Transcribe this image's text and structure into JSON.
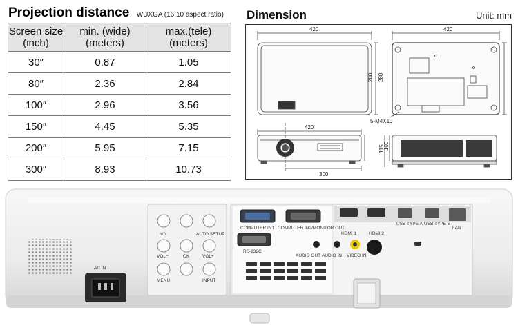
{
  "projection": {
    "title": "Projection distance",
    "subtitle": "WUXGA (16:10 aspect ratio)",
    "headers": [
      "Screen size (inch)",
      "min. (wide) (meters)",
      "max.(tele) (meters)"
    ],
    "header_lines": [
      [
        "Screen size",
        "(inch)"
      ],
      [
        "min. (wide)",
        "(meters)"
      ],
      [
        "max.(tele)",
        "(meters)"
      ]
    ],
    "rows": [
      [
        "30″",
        "0.87",
        "1.05"
      ],
      [
        "80″",
        "2.36",
        "2.84"
      ],
      [
        "100″",
        "2.96",
        "3.56"
      ],
      [
        "150″",
        "4.45",
        "5.35"
      ],
      [
        "200″",
        "5.95",
        "7.15"
      ],
      [
        "300″",
        "8.93",
        "10.73"
      ]
    ]
  },
  "dimension": {
    "title": "Dimension",
    "unit": "Unit: mm",
    "labels": {
      "top_width": "420",
      "right_width": "420",
      "top_depth": "280",
      "right_depth": "280",
      "front_width": "420",
      "lens_offset": "300",
      "height_total": "115",
      "height_body": "100",
      "screw": "5-M4X10"
    }
  },
  "projector_panel": {
    "buttons": [
      "I/⏻",
      "AUTO SETUP",
      "VOL−",
      "OK",
      "VOL+",
      "MENU",
      "INPUT"
    ],
    "ports": [
      "COMPUTER IN1",
      "COMPUTER IN2/MONITOR OUT",
      "RS-232C",
      "HDMI 1",
      "HDMI 2",
      "USB TYPE A",
      "USB TYPE B",
      "LAN",
      "AUDIO OUT",
      "AUDIO IN",
      "VIDEO IN"
    ],
    "ac_label": "AC IN"
  }
}
